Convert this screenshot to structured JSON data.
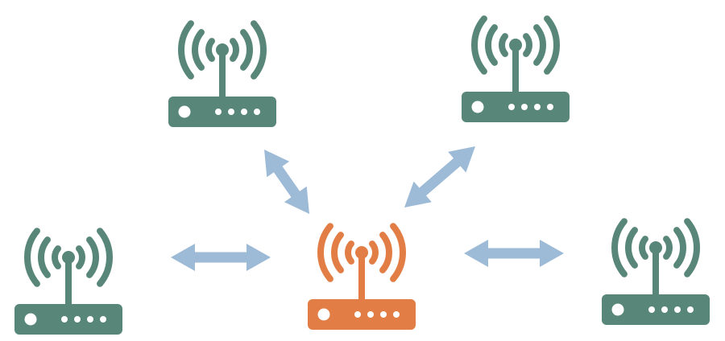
{
  "diagram": {
    "colors": {
      "peer_router": "#588679",
      "central_router": "#E27E45",
      "arrow": "#9DBAD6",
      "background": "#FFFFFF"
    },
    "nodes": [
      {
        "id": "router-top-left",
        "role": "peer",
        "icon": "wifi-router-icon"
      },
      {
        "id": "router-top-right",
        "role": "peer",
        "icon": "wifi-router-icon"
      },
      {
        "id": "router-left",
        "role": "peer",
        "icon": "wifi-router-icon"
      },
      {
        "id": "router-center",
        "role": "central",
        "icon": "wifi-router-icon"
      },
      {
        "id": "router-right",
        "role": "peer",
        "icon": "wifi-router-icon"
      }
    ],
    "links": [
      {
        "from": "router-center",
        "to": "router-top-left",
        "direction": "bidirectional"
      },
      {
        "from": "router-center",
        "to": "router-top-right",
        "direction": "bidirectional"
      },
      {
        "from": "router-center",
        "to": "router-left",
        "direction": "bidirectional"
      },
      {
        "from": "router-center",
        "to": "router-right",
        "direction": "bidirectional"
      }
    ]
  }
}
